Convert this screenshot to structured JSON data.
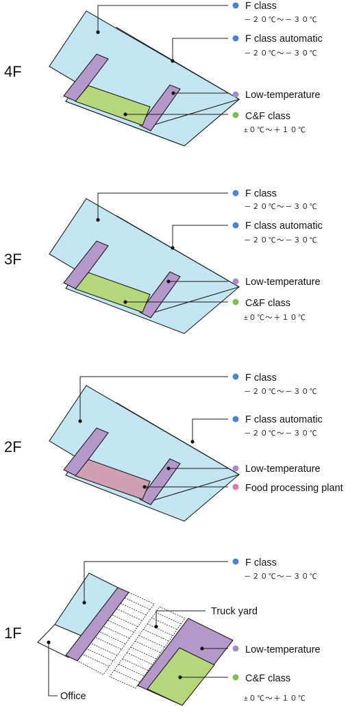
{
  "floors": [
    {
      "label": "4F",
      "legend": [
        {
          "name": "F class",
          "temp": "－２０℃～－３０℃",
          "color": "#4a86c8"
        },
        {
          "name": "F class automatic",
          "temp": "－２０℃～－３０℃",
          "color": "#4a86c8"
        },
        {
          "name": "Low-temperature",
          "temp": "",
          "color": "#a98bc6"
        },
        {
          "name": "C&F class",
          "temp": "±０℃～＋１０℃",
          "color": "#7ec04f"
        }
      ]
    },
    {
      "label": "3F",
      "legend": [
        {
          "name": "F class",
          "temp": "－２０℃～－３０℃",
          "color": "#4a86c8"
        },
        {
          "name": "F class automatic",
          "temp": "－２０℃～－３０℃",
          "color": "#4a86c8"
        },
        {
          "name": "Low-temperature",
          "temp": "",
          "color": "#a98bc6"
        },
        {
          "name": "C&F class",
          "temp": "±０℃～＋１０℃",
          "color": "#7ec04f"
        }
      ]
    },
    {
      "label": "2F",
      "legend": [
        {
          "name": "F class",
          "temp": "－２０℃～－３０℃",
          "color": "#4a86c8"
        },
        {
          "name": "F class automatic",
          "temp": "－２０℃～－３０℃",
          "color": "#4a86c8"
        },
        {
          "name": "Low-temperature",
          "temp": "",
          "color": "#a98bc6"
        },
        {
          "name": "Food processing plant",
          "temp": "",
          "color": "#e07aa8"
        }
      ]
    },
    {
      "label": "1F",
      "legend": [
        {
          "name": "F class",
          "temp": "－２０℃～－３０℃",
          "color": "#4a86c8"
        },
        {
          "name": "Truck yard",
          "temp": "",
          "color": ""
        },
        {
          "name": "Low-temperature",
          "temp": "",
          "color": "#a98bc6"
        },
        {
          "name": "C&F class",
          "temp": "±０℃～＋１０℃",
          "color": "#7ec04f"
        },
        {
          "name": "Office",
          "temp": "",
          "color": ""
        }
      ]
    }
  ]
}
